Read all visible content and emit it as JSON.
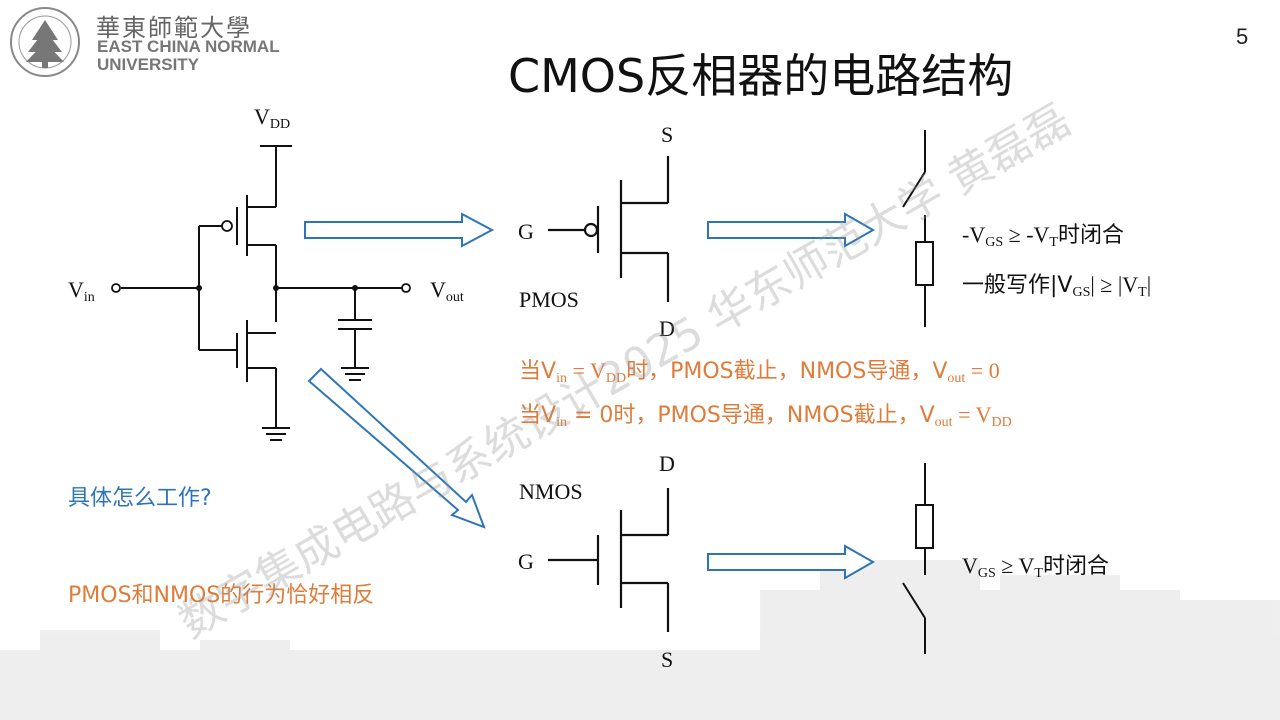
{
  "header": {
    "logo_cn": "華東師範大學",
    "logo_en_line1": "EAST CHINA NORMAL",
    "logo_en_line2": "UNIVERSITY",
    "page_number": "5",
    "title": "CMOS反相器的电路结构"
  },
  "circuit": {
    "vdd_main": "V",
    "vdd_sub": "DD",
    "vin_main": "V",
    "vin_sub": "in",
    "vout_main": "V",
    "vout_sub": "out"
  },
  "pmos": {
    "s": "S",
    "g": "G",
    "d": "D",
    "name": "PMOS",
    "cond_1": "-V",
    "cond_sub1": "GS",
    "cond_2": " ≥ -V",
    "cond_sub2": "T",
    "cond_3": "时闭合",
    "gen_1": "一般写作|V",
    "gen_sub1": "GS",
    "gen_2": "| ≥ |V",
    "gen_sub2": "T",
    "gen_3": "|"
  },
  "nmos": {
    "d": "D",
    "g": "G",
    "s": "S",
    "name": "NMOS",
    "cond_1": "V",
    "cond_sub1": "GS",
    "cond_2": " ≥ V",
    "cond_sub2": "T",
    "cond_3": "时闭合"
  },
  "notes": {
    "line1_a": "当V",
    "line1_sub_in": "in",
    "line1_b": " = V",
    "line1_sub_dd": "DD",
    "line1_c": "时，PMOS截止，NMOS导通，V",
    "line1_sub_out": "out",
    "line1_d": " = 0",
    "line2_a": "当V",
    "line2_sub_in": "in",
    "line2_b": " = 0时，PMOS导通，NMOS截止，V",
    "line2_sub_out": "out",
    "line2_c": " = V",
    "line2_sub_dd": "DD",
    "question": "具体怎么工作?",
    "summary": "PMOS和NMOS的行为恰好相反"
  },
  "watermark": "数字集成电路与系统设计2025 华东师范大学 黄磊磊",
  "colors": {
    "orange": "#e07b39",
    "blue": "#2e75b6",
    "line": "#111111"
  }
}
